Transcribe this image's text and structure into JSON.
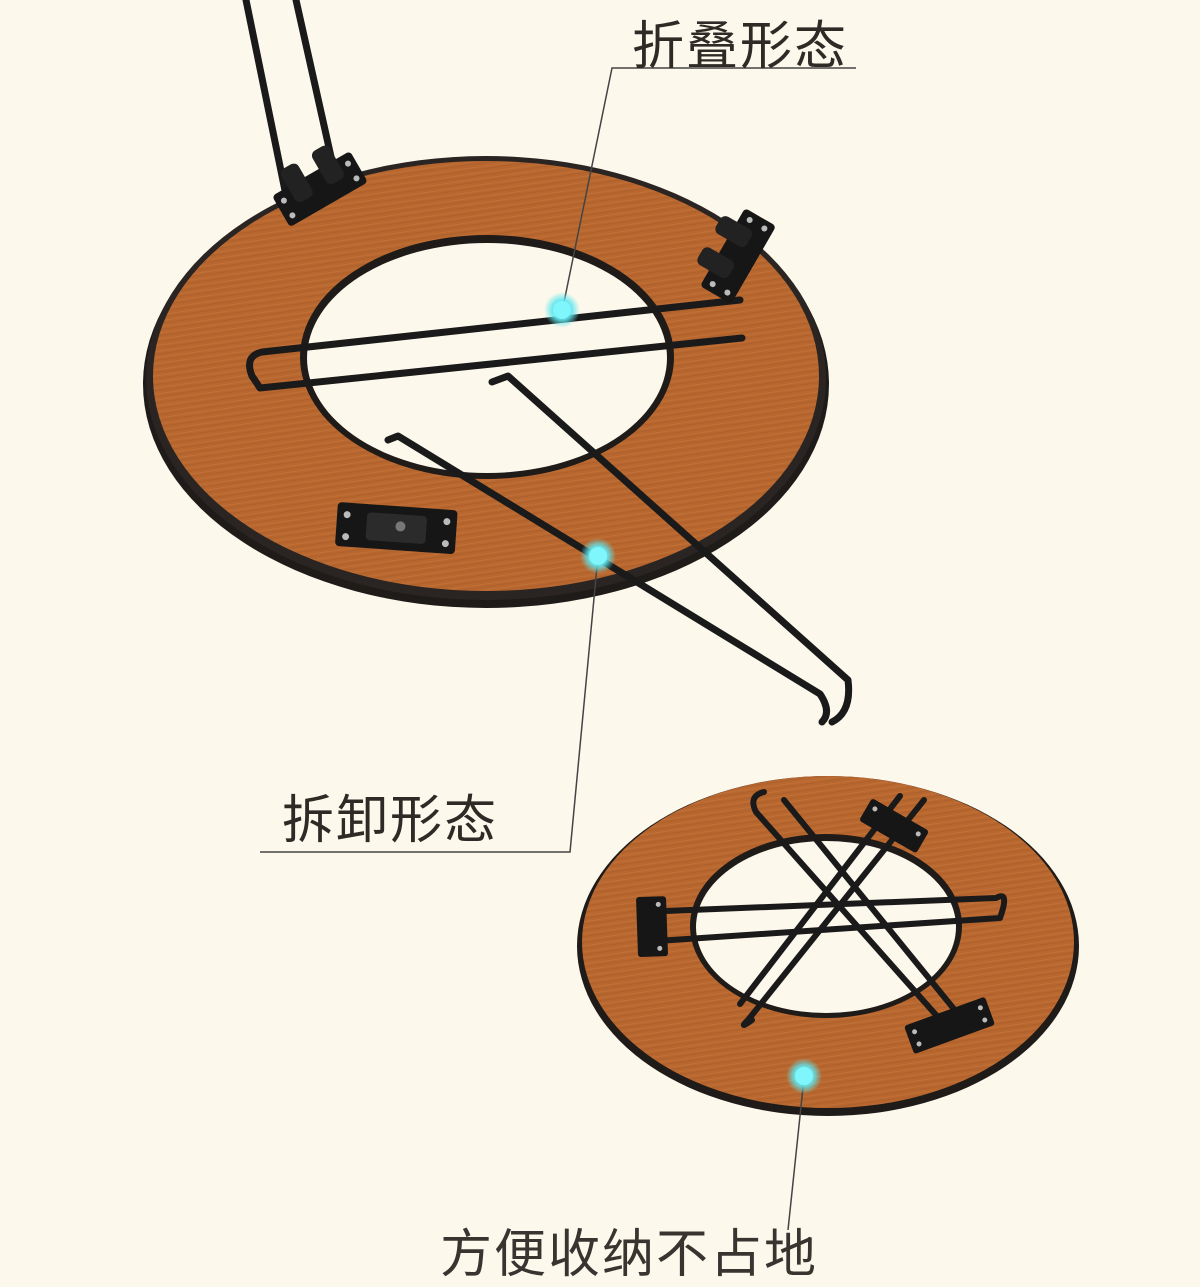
{
  "labels": {
    "folded_state": "折叠形态",
    "disassembled_state": "拆卸形态",
    "bottom_partial": "方便收纳不占地"
  },
  "icons": {
    "marker": "glowing-dot-marker",
    "leader": "callout-leader-line"
  },
  "colors": {
    "background": "#fdf8ec",
    "wood": "#b8672f",
    "wood_dark": "#9b5424",
    "edge": "#1e1b19",
    "metal": "#1a1a1a",
    "marker": "#5fe6ee",
    "text": "#2e2a26",
    "leader": "#444444"
  }
}
